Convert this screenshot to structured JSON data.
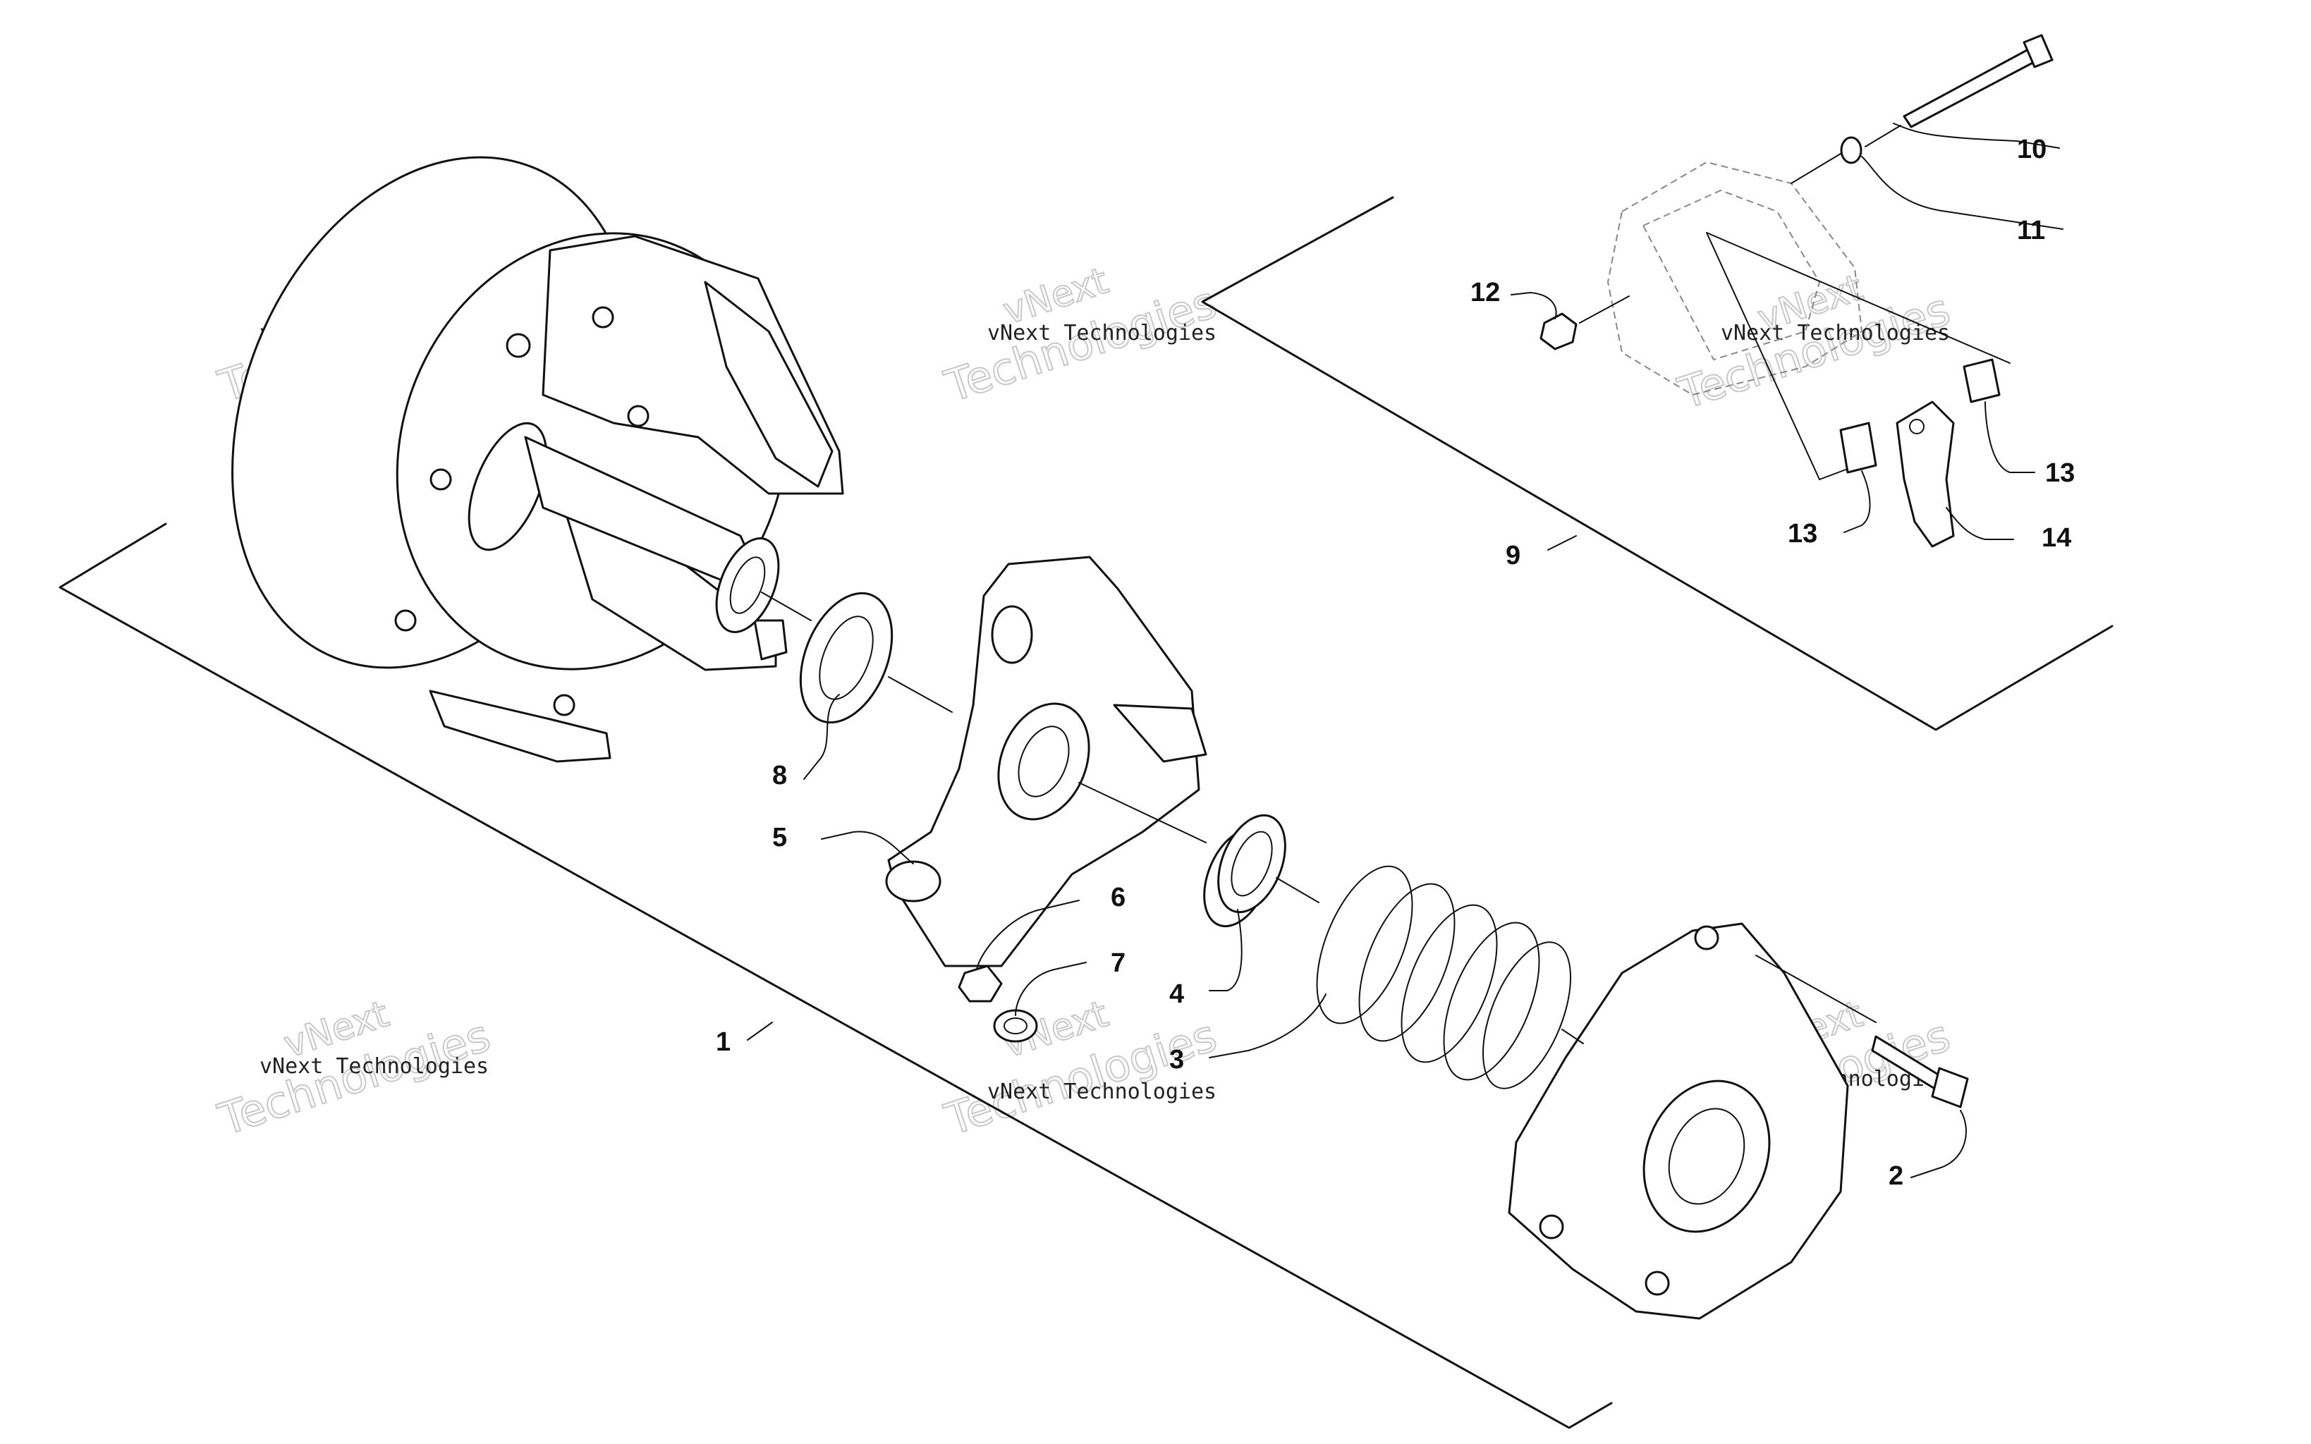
{
  "callouts": [
    {
      "id": "1",
      "label": "1"
    },
    {
      "id": "2",
      "label": "2"
    },
    {
      "id": "3",
      "label": "3"
    },
    {
      "id": "4",
      "label": "4"
    },
    {
      "id": "5",
      "label": "5"
    },
    {
      "id": "6",
      "label": "6"
    },
    {
      "id": "7",
      "label": "7"
    },
    {
      "id": "8",
      "label": "8"
    },
    {
      "id": "9",
      "label": "9"
    },
    {
      "id": "10",
      "label": "10"
    },
    {
      "id": "11",
      "label": "11"
    },
    {
      "id": "12",
      "label": "12"
    },
    {
      "id": "13a",
      "label": "13"
    },
    {
      "id": "13b",
      "label": "13"
    },
    {
      "id": "14",
      "label": "14"
    }
  ],
  "watermark": {
    "company": "vNext Technologies",
    "brand": "vNext",
    "word": "Technologies"
  }
}
